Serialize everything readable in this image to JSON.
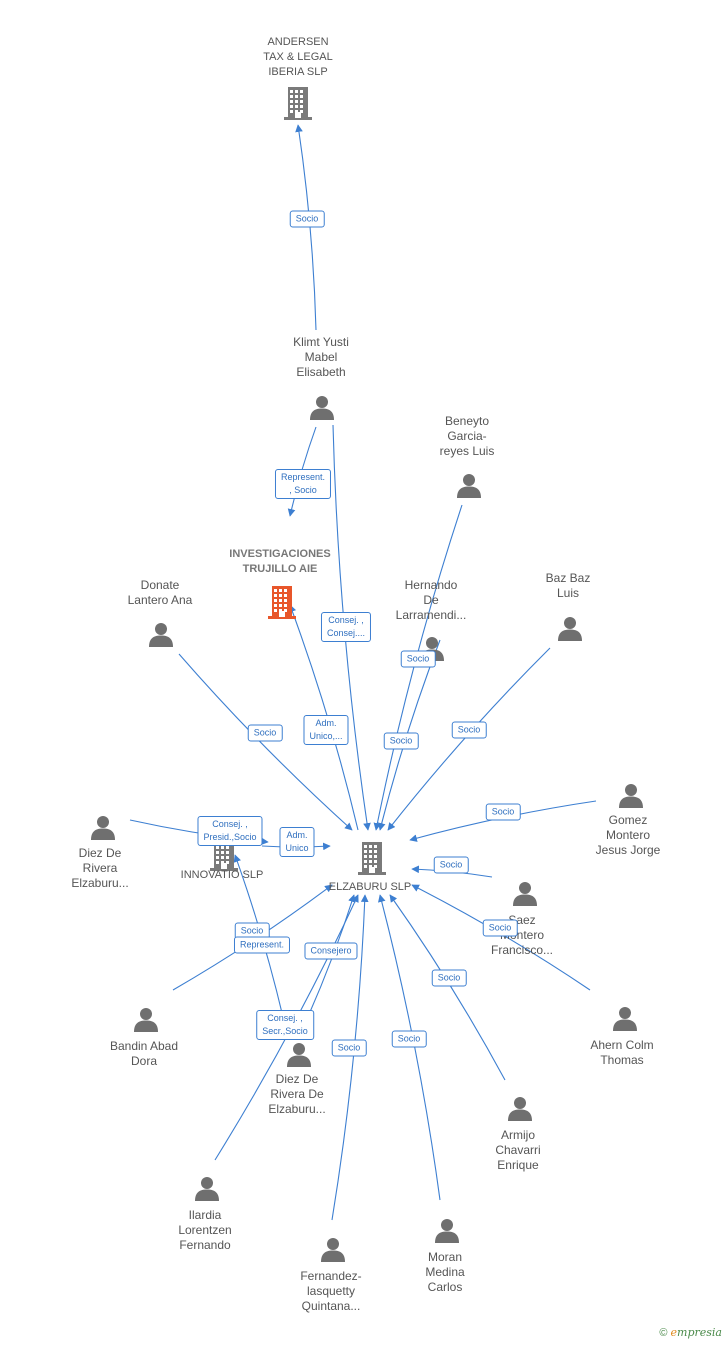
{
  "colors": {
    "edge": "#3d7fd1",
    "person": "#6f6f6f",
    "company": "#7a7a7a",
    "focus": "#e8562a"
  },
  "nodes": {
    "andersen": {
      "label": "ANDERSEN\nTAX & LEGAL\nIBERIA  SLP",
      "icon": "building-icon"
    },
    "klimt": {
      "label": "Klimt Yusti\nMabel\nElisabeth",
      "icon": "person-icon"
    },
    "beneyto": {
      "label": "Beneyto\nGarcia-\nreyes Luis",
      "icon": "person-icon"
    },
    "trujillo": {
      "label": "INVESTIGACIONES\nTRUJILLO AIE",
      "icon": "building-icon"
    },
    "donate": {
      "label": "Donate\nLantero Ana",
      "icon": "person-icon"
    },
    "hernando": {
      "label": "Hernando\nDe\nLarramendi...",
      "icon": "person-icon"
    },
    "bazbaz": {
      "label": "Baz Baz\nLuis",
      "icon": "person-icon"
    },
    "gomez": {
      "label": "Gomez\nMontero\nJesus Jorge",
      "icon": "person-icon"
    },
    "diez1": {
      "label": "Diez De\nRivera\nElzaburu...",
      "icon": "person-icon"
    },
    "innovatio": {
      "label": "INNOVATIO  SLP",
      "icon": "building-icon"
    },
    "elzaburu": {
      "label": "ELZABURU SLP",
      "icon": "building-icon"
    },
    "saez": {
      "label": "Saez\nMontero\nFrancisco...",
      "icon": "person-icon"
    },
    "bandin": {
      "label": "Bandin Abad\nDora",
      "icon": "person-icon"
    },
    "ahern": {
      "label": "Ahern Colm\nThomas",
      "icon": "person-icon"
    },
    "diez2": {
      "label": "Diez De\nRivera De\nElzaburu...",
      "icon": "person-icon"
    },
    "armijo": {
      "label": "Armijo\nChavarri\nEnrique",
      "icon": "person-icon"
    },
    "ilardia": {
      "label": "Ilardia\nLorentzen\nFernando",
      "icon": "person-icon"
    },
    "fernandez": {
      "label": "Fernandez-\nlasquetty\nQuintana...",
      "icon": "person-icon"
    },
    "moran": {
      "label": "Moran\nMedina\nCarlos",
      "icon": "person-icon"
    }
  },
  "edges": [
    {
      "from": "klimt",
      "to": "andersen",
      "label": "Socio"
    },
    {
      "from": "klimt",
      "to": "trujillo",
      "label": "Represent.\n, Socio"
    },
    {
      "from": "klimt",
      "to": "elzaburu",
      "label": "Consej. ,\nConsej...."
    },
    {
      "from": "elzaburu",
      "to": "trujillo",
      "label": "Adm.\nUnico,..."
    },
    {
      "from": "beneyto",
      "to": "elzaburu",
      "label": "Socio"
    },
    {
      "from": "hernando",
      "to": "elzaburu",
      "label": "Socio"
    },
    {
      "from": "donate",
      "to": "elzaburu",
      "label": "Socio"
    },
    {
      "from": "bazbaz",
      "to": "elzaburu",
      "label": "Socio"
    },
    {
      "from": "gomez",
      "to": "elzaburu",
      "label": "Socio"
    },
    {
      "from": "diez1",
      "to": "innovatio",
      "label": "Consej. ,\nPresid.,Socio"
    },
    {
      "from": "innovatio",
      "to": "elzaburu",
      "label": "Adm.\nUnico"
    },
    {
      "from": "saez",
      "to": "elzaburu",
      "label": "Socio"
    },
    {
      "from": "ahern",
      "to": "elzaburu",
      "label": "Socio"
    },
    {
      "from": "bandin",
      "to": "elzaburu",
      "label": "Socio"
    },
    {
      "from": "diez2",
      "to": "innovatio",
      "label": "Represent."
    },
    {
      "from": "diez2",
      "to": "elzaburu",
      "label": "Consejero"
    },
    {
      "from": "ilardia",
      "to": "elzaburu",
      "label": "Consej. ,\nSecr.,Socio"
    },
    {
      "from": "fernandez",
      "to": "elzaburu",
      "label": "Socio"
    },
    {
      "from": "moran",
      "to": "elzaburu",
      "label": "Socio"
    },
    {
      "from": "armijo",
      "to": "elzaburu",
      "label": "Socio"
    }
  ],
  "footer": {
    "copyright": "©",
    "brand_e": "e",
    "brand_rest": "mpresia"
  }
}
